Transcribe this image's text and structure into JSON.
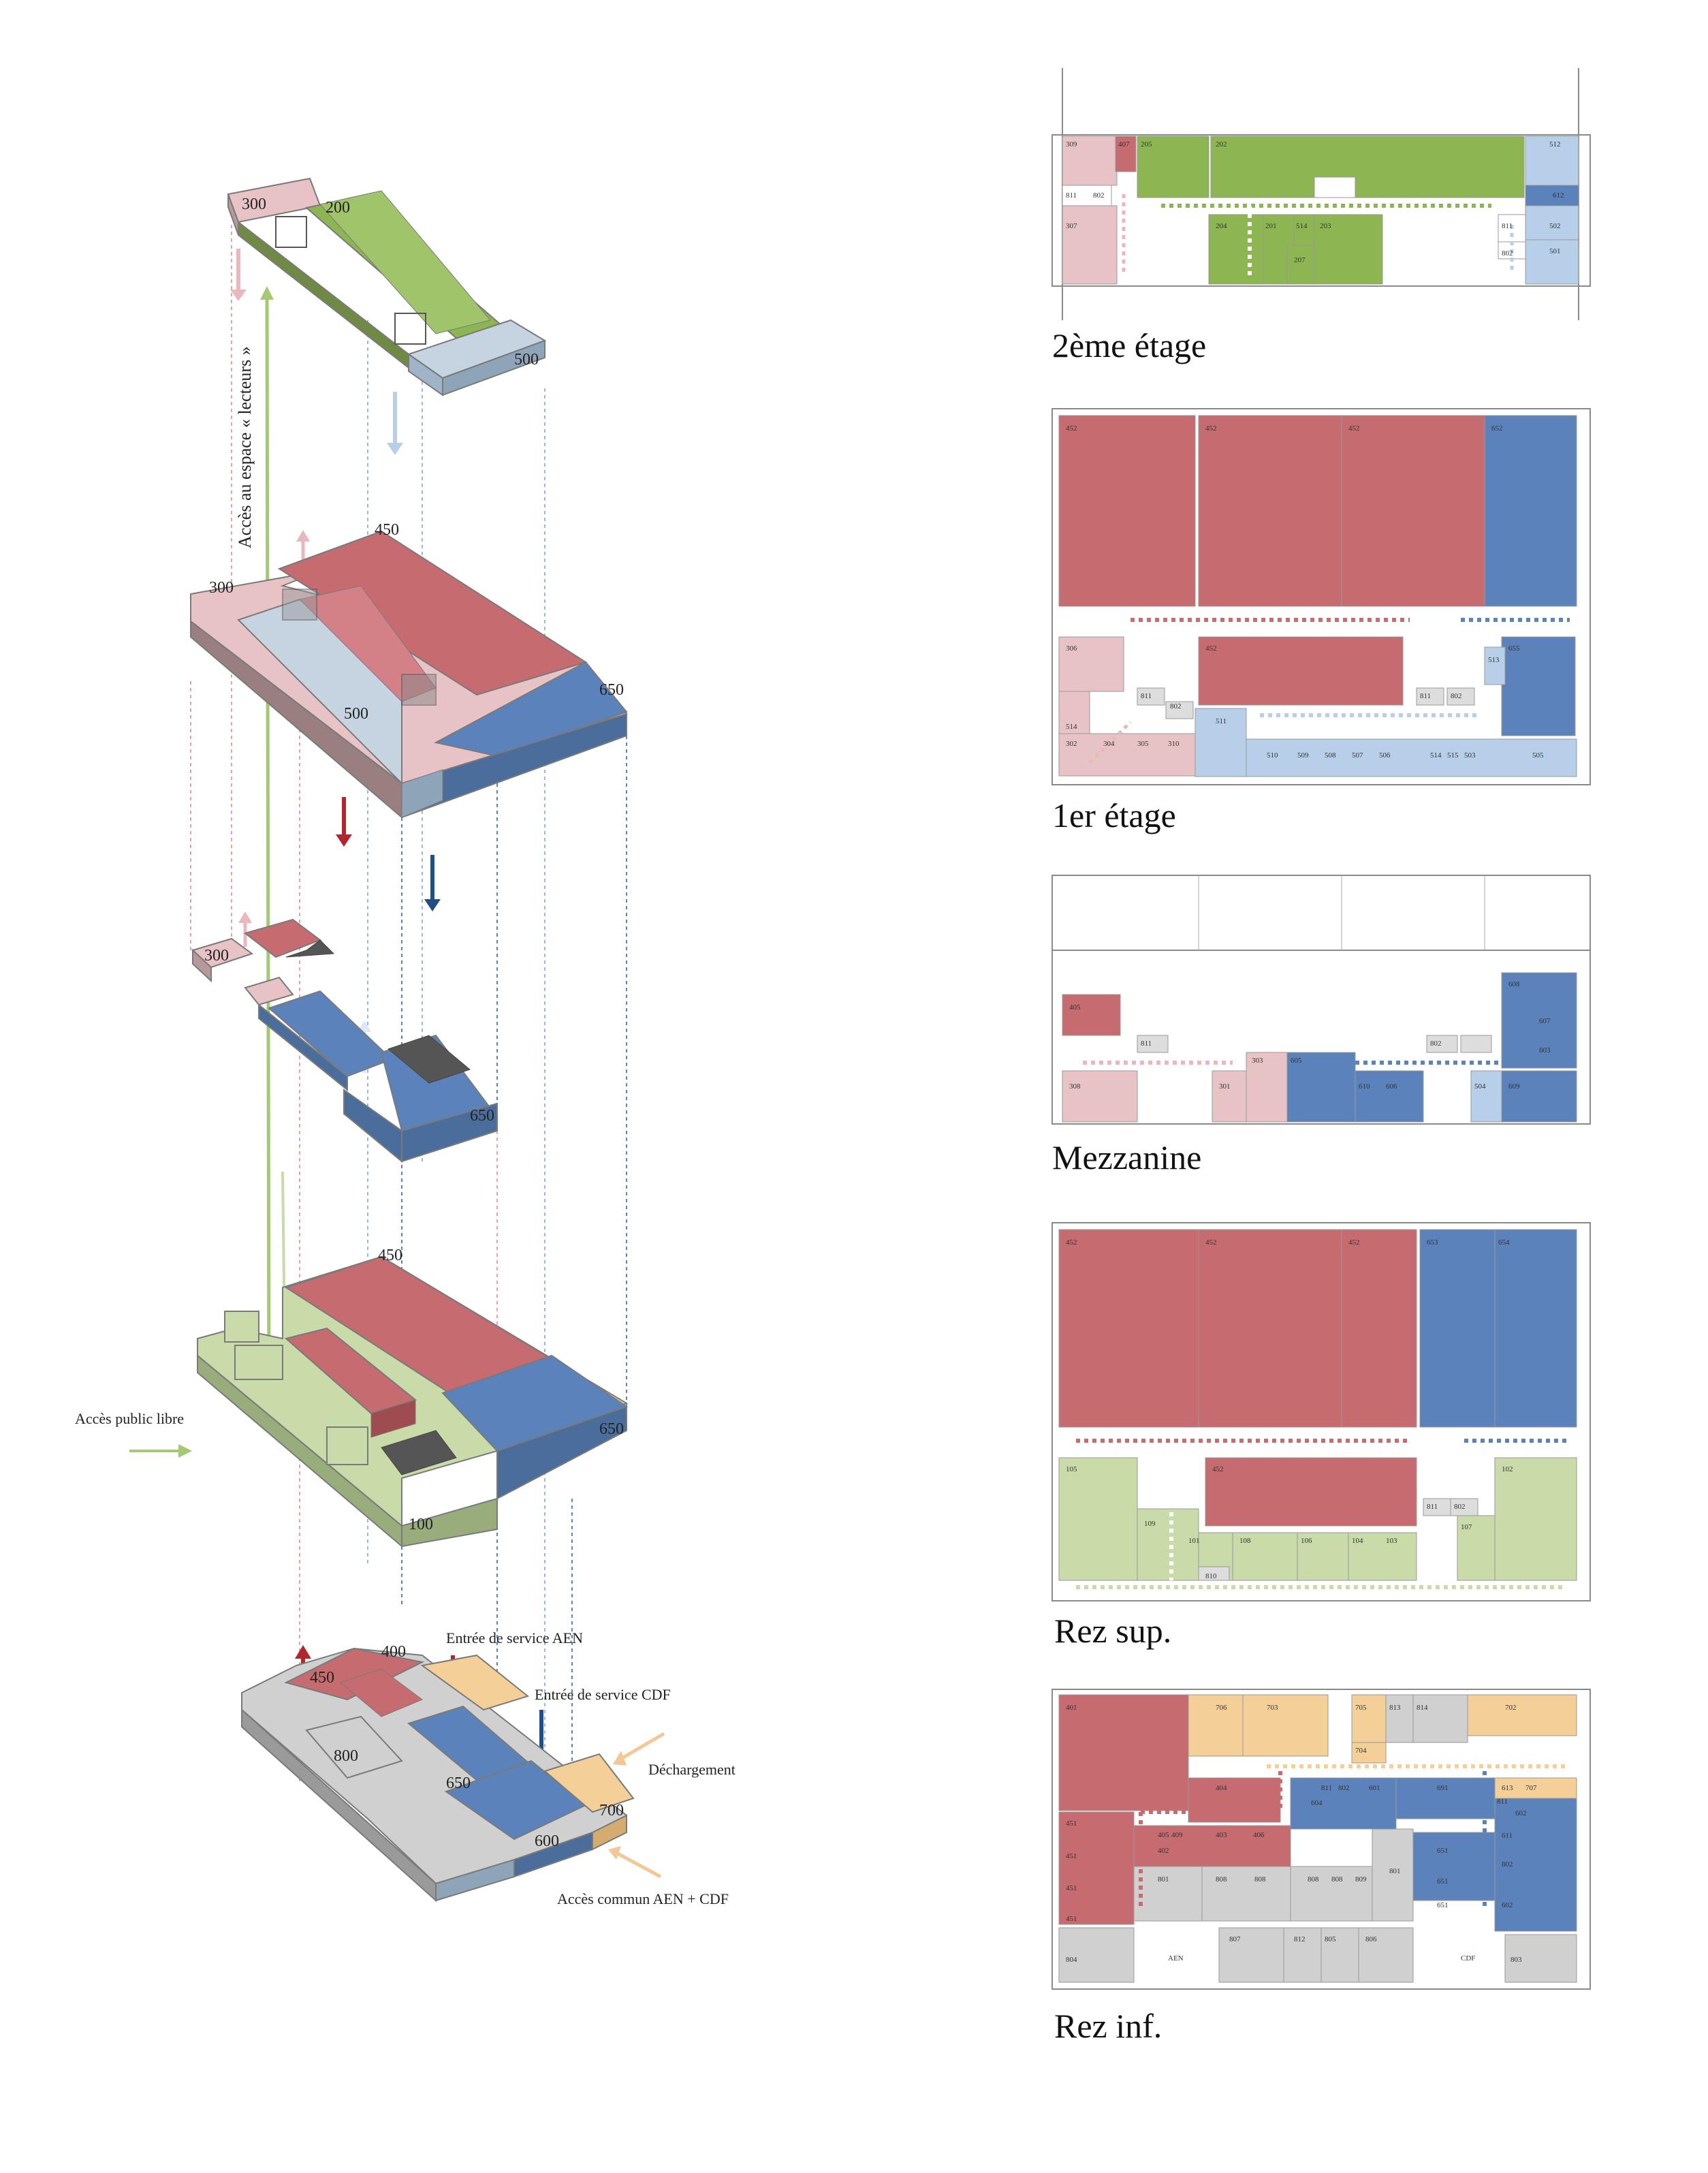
{
  "colors": {
    "green": "#8db552",
    "light_green": "#c8dba8",
    "red": "#c66b6f",
    "pink": "#e8c3c6",
    "dark_blue": "#5b82bb",
    "light_blue": "#b7cfe8",
    "orange": "#f5cf98",
    "grey": "#d0d0d0",
    "outline": "#7a7a7a"
  },
  "axonometric": {
    "level_2": [
      "300",
      "200",
      "500"
    ],
    "level_1": [
      "300",
      "450",
      "500",
      "650"
    ],
    "mezzanine": [
      "300",
      "650"
    ],
    "rez_sup": [
      "450",
      "650",
      "100"
    ],
    "rez_inf": [
      "400",
      "450",
      "800",
      "650",
      "600",
      "700"
    ],
    "annotations": {
      "vertical_access": "Accès au espace « lecteurs »",
      "public_access": "Accès public libre",
      "service_aen": "Entrée de service AEN",
      "service_cdf": "Entrée de service CDF",
      "unloading": "Déchargement",
      "common_access": "Accès commun AEN + CDF"
    }
  },
  "plans": [
    {
      "caption": "2ème étage",
      "rooms": [
        "309",
        "407",
        "205",
        "202",
        "512",
        "811",
        "802",
        "612",
        "307",
        "204",
        "201",
        "514",
        "203",
        "811",
        "502",
        "207",
        "802",
        "501"
      ]
    },
    {
      "caption": "1er étage",
      "rooms": [
        "452",
        "452",
        "452",
        "652",
        "306",
        "452",
        "655",
        "513",
        "811",
        "802",
        "811",
        "802",
        "511",
        "514",
        "302",
        "304",
        "305",
        "310",
        "510",
        "509",
        "508",
        "507",
        "506",
        "514",
        "515",
        "503",
        "505"
      ]
    },
    {
      "caption": "Mezzanine",
      "rooms": [
        "405",
        "608",
        "607",
        "811",
        "802",
        "603",
        "308",
        "301",
        "303",
        "605",
        "610",
        "606",
        "504",
        "609"
      ]
    },
    {
      "caption": "Rez sup.",
      "rooms": [
        "452",
        "452",
        "452",
        "653",
        "654",
        "105",
        "452",
        "102",
        "109",
        "101",
        "108",
        "106",
        "104",
        "103",
        "811",
        "802",
        "107",
        "810"
      ]
    },
    {
      "caption": "Rez inf.",
      "rooms": [
        "401",
        "706",
        "703",
        "705",
        "813",
        "814",
        "702",
        "704",
        "811",
        "802",
        "601",
        "691",
        "613",
        "707",
        "404",
        "811",
        "604",
        "602",
        "451",
        "405",
        "409",
        "403",
        "406",
        "611",
        "402",
        "651",
        "802",
        "451",
        "801",
        "808",
        "808",
        "808",
        "808",
        "809",
        "801",
        "651",
        "451",
        "651",
        "602",
        "451",
        "804",
        "807",
        "812",
        "805",
        "806",
        "AEN",
        "CDF",
        "803"
      ]
    }
  ]
}
